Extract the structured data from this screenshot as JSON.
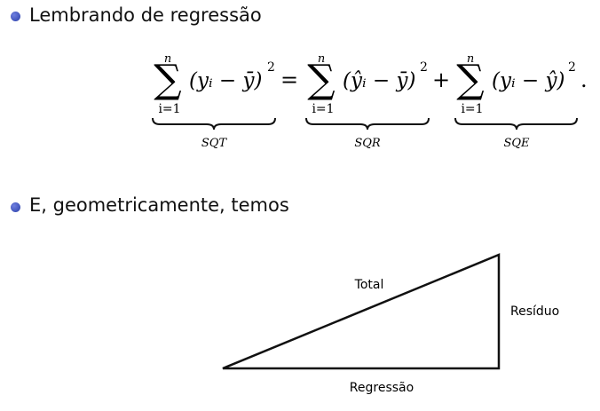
{
  "bullets": [
    {
      "text": "Lembrando de regressão"
    },
    {
      "text": "E, geometricamente, temos"
    }
  ],
  "equation": {
    "sum_upper": "n",
    "sum_lower": "i=1",
    "term1": "(yᵢ − ȳ)",
    "term2": "(ŷᵢ − ȳ)",
    "term3": "(yᵢ − ŷ)",
    "power": "2",
    "equals": "=",
    "plus": "+",
    "period": ".",
    "brace_labels": [
      "SQT",
      "SQR",
      "SQE"
    ]
  },
  "triangle": {
    "hypotenuse_label": "Total",
    "vertical_label": "Resíduo",
    "base_label": "Regressão"
  },
  "colors": {
    "bullet": "#2a3fa8",
    "text": "#111111"
  }
}
